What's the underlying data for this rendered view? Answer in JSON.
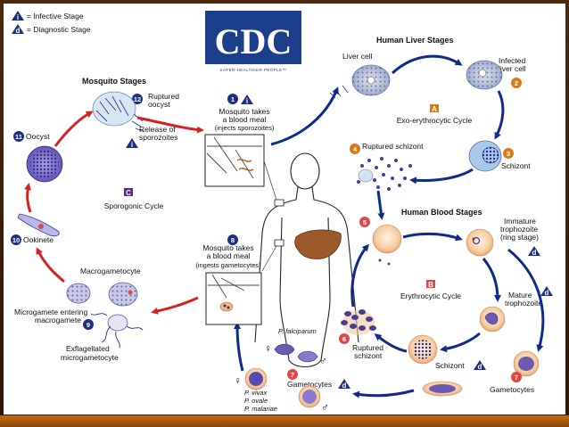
{
  "legend": {
    "infective": "= Infective Stage",
    "diagnostic": "= Diagnostic Stage",
    "infective_symbol": "i",
    "diagnostic_symbol": "d"
  },
  "logo": {
    "text": "CDC",
    "tagline": "SAFER·HEALTHIER·PEOPLE™"
  },
  "headers": {
    "mosquito": "Mosquito Stages",
    "liver": "Human Liver Stages",
    "blood": "Human Blood Stages"
  },
  "cycles": {
    "a": {
      "letter": "A",
      "label": "Exo-erythrocytic Cycle"
    },
    "b": {
      "letter": "B",
      "label": "Erythrocytic Cycle"
    },
    "c": {
      "letter": "C",
      "label": "Sporogonic Cycle"
    }
  },
  "stages": {
    "s1": {
      "num": "1",
      "line1": "Mosquito takes",
      "line2": "a blood meal",
      "line3": "(injects sporozoites)"
    },
    "s2": {
      "num": "2",
      "line1": "Infected",
      "line2": "liver cell"
    },
    "s3": {
      "num": "3",
      "line1": "Schizont"
    },
    "s4": {
      "num": "4",
      "line1": "Ruptured schizont"
    },
    "s5": {
      "num": "5"
    },
    "s6": {
      "num": "6",
      "line1": "Ruptured",
      "line2": "schizont"
    },
    "s7a": {
      "num": "7"
    },
    "s7b": {
      "num": "7"
    },
    "s8": {
      "num": "8",
      "line1": "Mosquito takes",
      "line2": "a blood meal",
      "line3": "(ingests gametocytes)"
    },
    "s9": {
      "num": "9",
      "line1": "Microgamete entering",
      "line2": "macrogamete"
    },
    "s10": {
      "num": "10",
      "line1": "Ookinete"
    },
    "s11": {
      "num": "11",
      "line1": "Oocyst"
    },
    "s12": {
      "num": "12",
      "line1": "Ruptured",
      "line2": "oocyst",
      "line3": "Release of",
      "line4": "sporozoites"
    }
  },
  "labels": {
    "liver_cell": "Liver cell",
    "immature1": "Immature",
    "immature2": "trophozoite",
    "immature3": "(ring stage)",
    "mature1": "Mature",
    "mature2": "trophozoite",
    "schizont_blood": "Schizont",
    "gametocytes_right": "Gametocytes",
    "gametocytes_bottom": "Gametocytes",
    "macrogametocyte": "Macrogametocyte",
    "exflag1": "Exflagellated",
    "exflag2": "microgametocyte",
    "p_falciparum": "P. falciparum",
    "p_vivax": "P. vivax",
    "p_ovale": "P. ovale",
    "p_malariae": "P. malariae",
    "female": "♀",
    "male": "♂"
  },
  "colors": {
    "arrow_blue": "#0f2a8a",
    "arrow_red": "#d92020",
    "badge_orange": "#d77a1a",
    "badge_red": "#e04848",
    "badge_navy": "#1a2f80",
    "cycle_purple": "#5a2a8a",
    "cell_purple": "#4a3a9a",
    "frame_brown": "#3a1e08",
    "bar_orange": "#c56a10"
  }
}
